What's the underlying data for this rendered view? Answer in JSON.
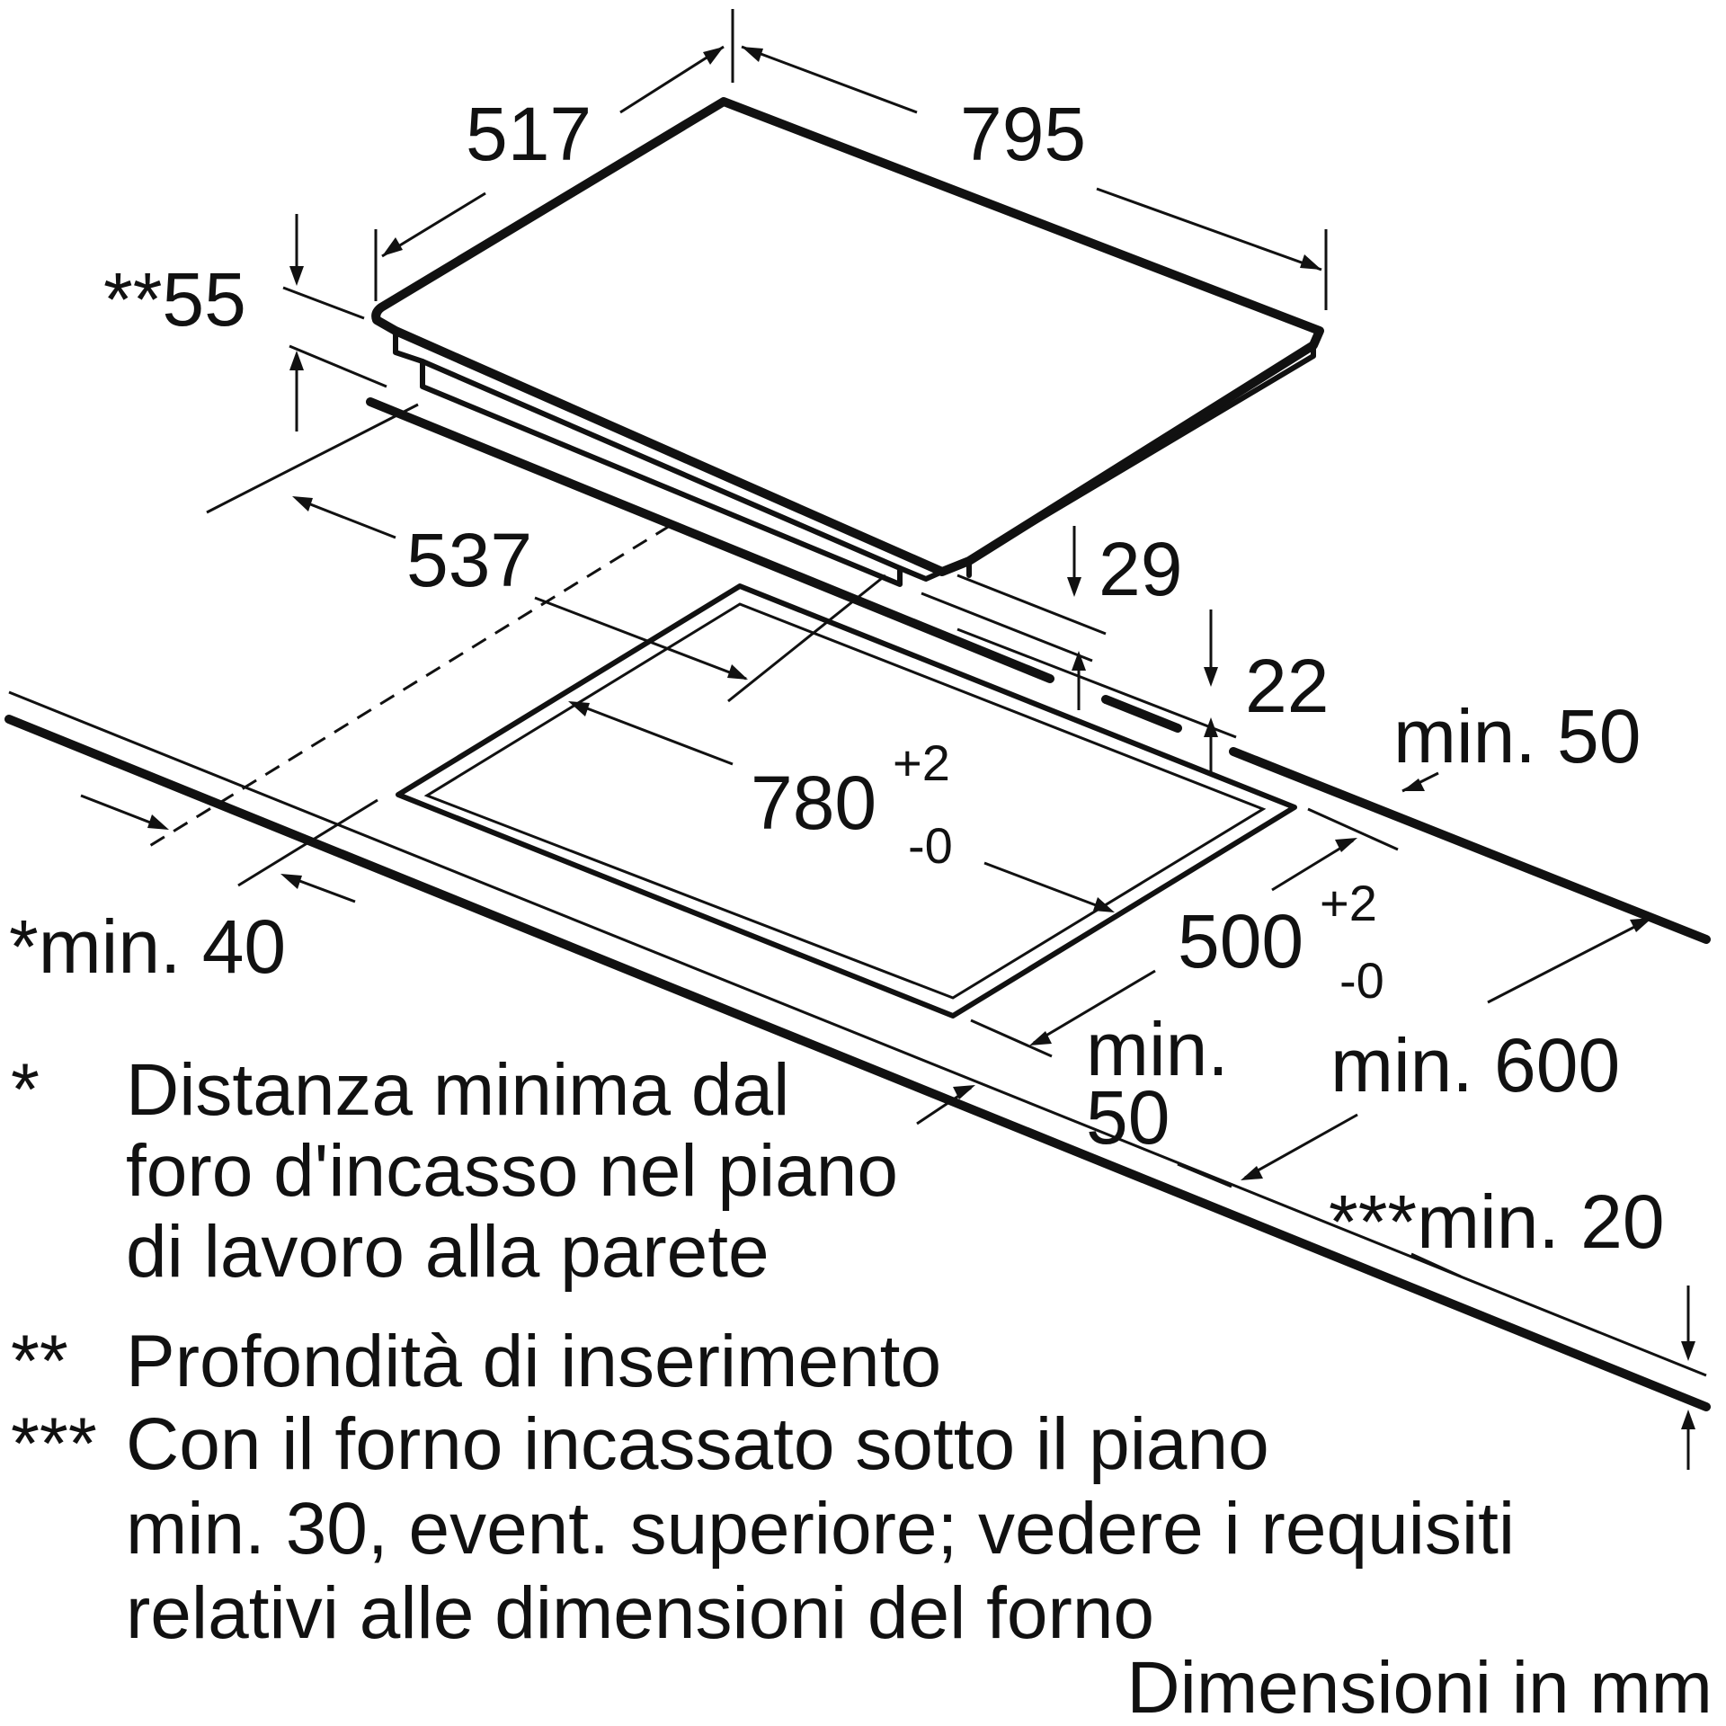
{
  "dimensions": {
    "d517": "517",
    "d795": "795",
    "d55": "**55",
    "d537": "537",
    "d29": "29",
    "d22": "22",
    "d50_right": "min. 50",
    "d780": "780",
    "d780_tol_plus": "+2",
    "d780_tol_minus": "-0",
    "d500": "500",
    "d500_tol_plus": "+2",
    "d500_tol_minus": "-0",
    "d40": "*min. 40",
    "d50_front_line1": "min.",
    "d50_front_line2": "50",
    "d600": "min. 600",
    "d20": "***min. 20"
  },
  "notes": [
    {
      "marker": "*",
      "lines": [
        "Distanza minima dal",
        "foro d'incasso nel piano",
        "di lavoro alla parete"
      ]
    },
    {
      "marker": "**",
      "lines": [
        "Profondità di inserimento"
      ]
    },
    {
      "marker": "***",
      "lines": [
        "Con il forno incassato sotto il piano",
        "min. 30, event. superiore; vedere i requisiti",
        "relativi alle dimensioni del forno"
      ]
    }
  ],
  "units_note": "Dimensioni in mm"
}
